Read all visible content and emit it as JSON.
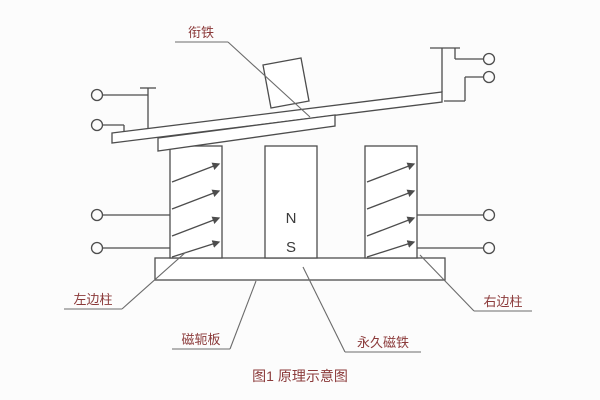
{
  "figure": {
    "caption": "图1 原理示意图",
    "labels": {
      "armature": "衔铁",
      "left_column": "左边柱",
      "yoke_plate": "磁轭板",
      "permanent_magnet": "永久磁铁",
      "right_column": "右边柱"
    },
    "magnet_poles": {
      "north": "N",
      "south": "S"
    },
    "colors": {
      "label_text": "#8b3a3a",
      "line": "#4d4d4d",
      "background": "#fcfcfc"
    }
  }
}
